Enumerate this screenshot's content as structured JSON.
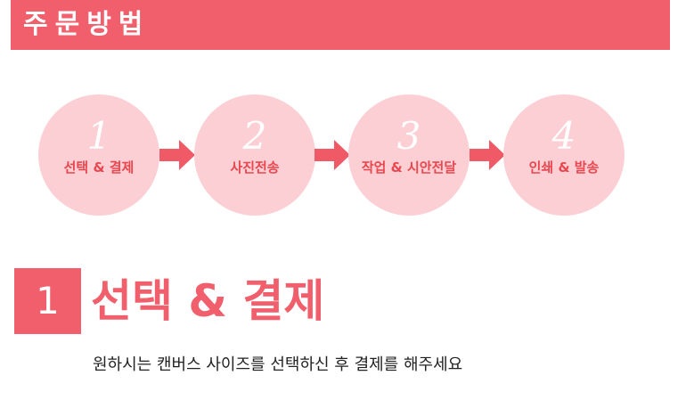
{
  "header": {
    "title": "주문방법"
  },
  "steps": [
    {
      "number": "1",
      "label": "선택 & 결제"
    },
    {
      "number": "2",
      "label": "사진전송"
    },
    {
      "number": "3",
      "label": "작업 & 시안전달"
    },
    {
      "number": "4",
      "label": "인쇄 & 발송"
    }
  ],
  "section": {
    "number": "1",
    "title": "선택 & 결제",
    "description": "원하시는 캔버스 사이즈를 선택하신 후 결제를 해주세요"
  },
  "colors": {
    "accent": "#f05f6b",
    "circle_fill": "#fbcfd4",
    "label_text": "#e9474f",
    "arrow": "#ef5a66"
  },
  "icons": {
    "step_arrow": "right-arrow-icon"
  }
}
